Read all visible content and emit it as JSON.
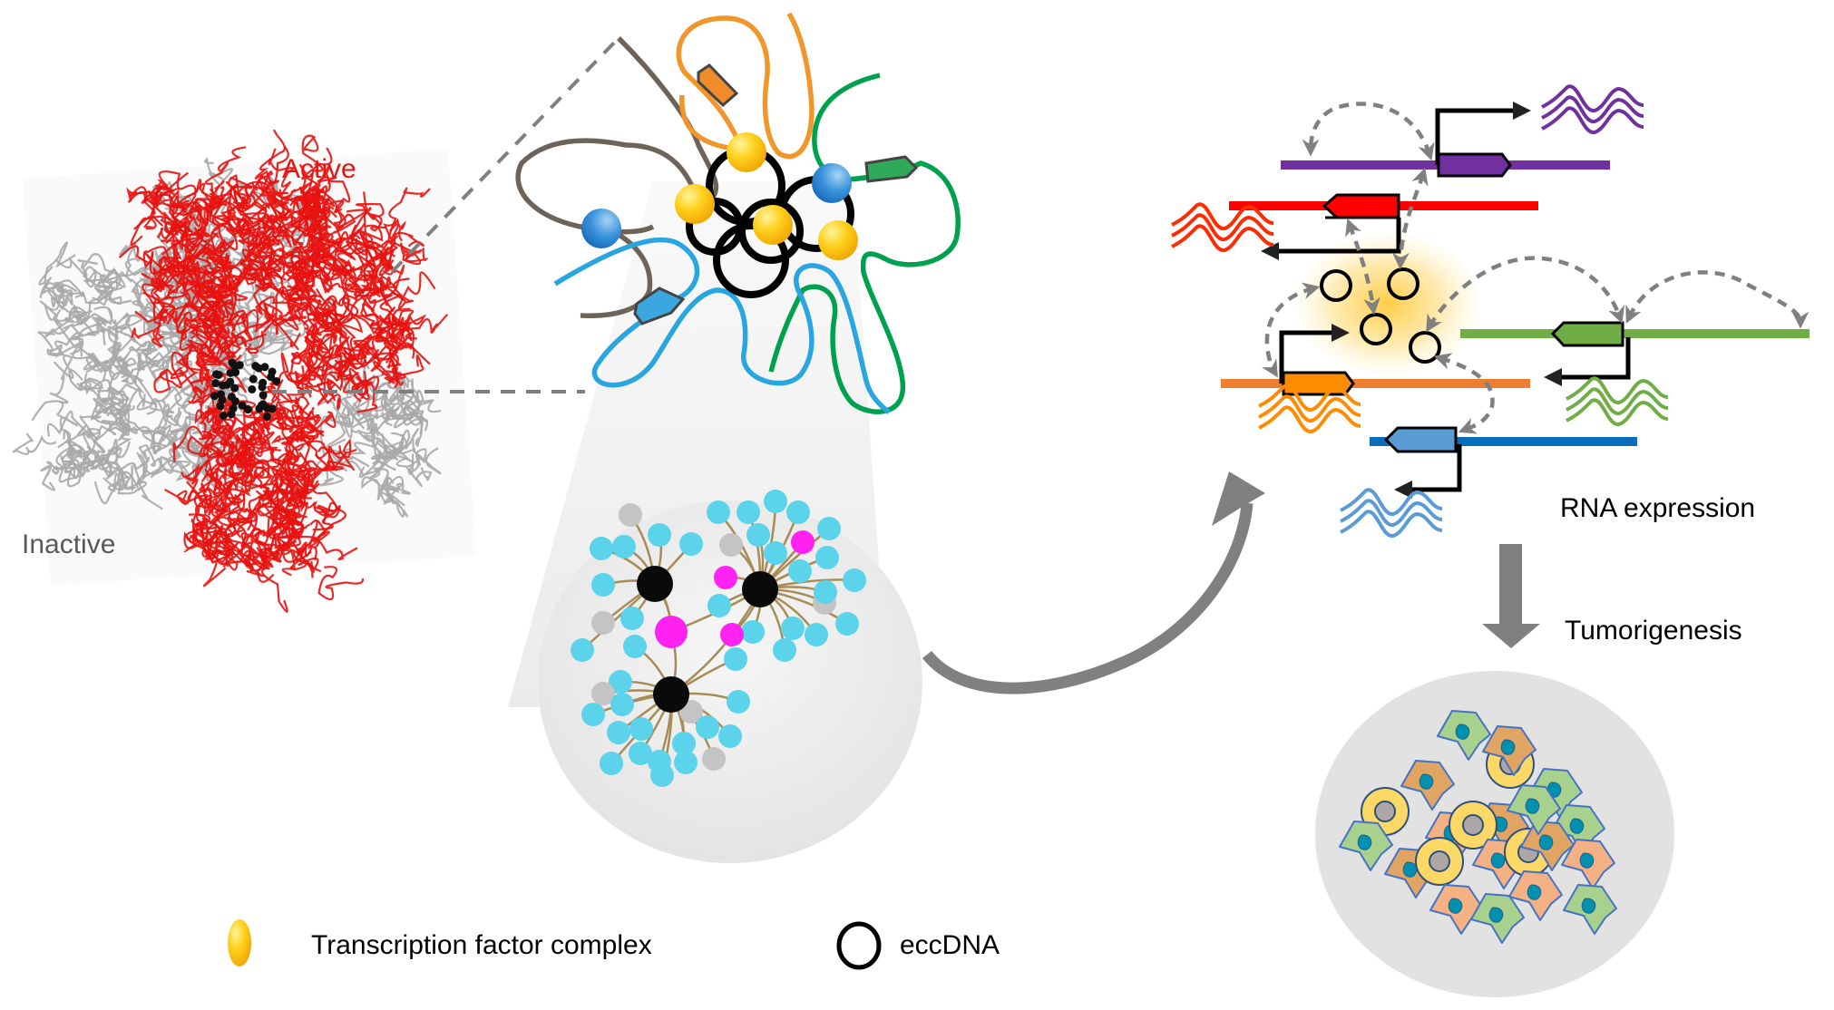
{
  "panels": {
    "chromatin": {
      "active_label": "Active",
      "inactive_label": "Inactive",
      "colors": {
        "active": "#e8120f",
        "inactive": "#a9a9a9",
        "hub": "#111111"
      }
    },
    "hub": {
      "strand_colors": [
        "#6e6358",
        "#f0962a",
        "#00a14e",
        "#29a6df"
      ],
      "tf_color": "#ffd21f",
      "blue_factor_color": "#2a88d3",
      "eccdna_color": "#000000"
    },
    "network": {
      "node_colors": {
        "hub": "#0a0a0a",
        "gene": "#5bd3ea",
        "tf": "#ff22f0",
        "other": "#c4c4c4"
      },
      "edge_color": "#a88c57"
    },
    "regulation": {
      "rna_label": "RNA expression",
      "genes": [
        {
          "name": "purple",
          "color": "#7030a0"
        },
        {
          "name": "red",
          "color": "#ff0000"
        },
        {
          "name": "green",
          "color": "#70ad47"
        },
        {
          "name": "orange",
          "color": "#ff8c00"
        },
        {
          "name": "blue",
          "color": "#5b9bd5"
        }
      ]
    },
    "tumor": {
      "label": "Tumorigenesis"
    }
  },
  "legend": {
    "items": [
      {
        "label": "Transcription factor complex",
        "symbol": "yellow-sphere"
      },
      {
        "label": "eccDNA",
        "symbol": "black-ring"
      }
    ]
  }
}
